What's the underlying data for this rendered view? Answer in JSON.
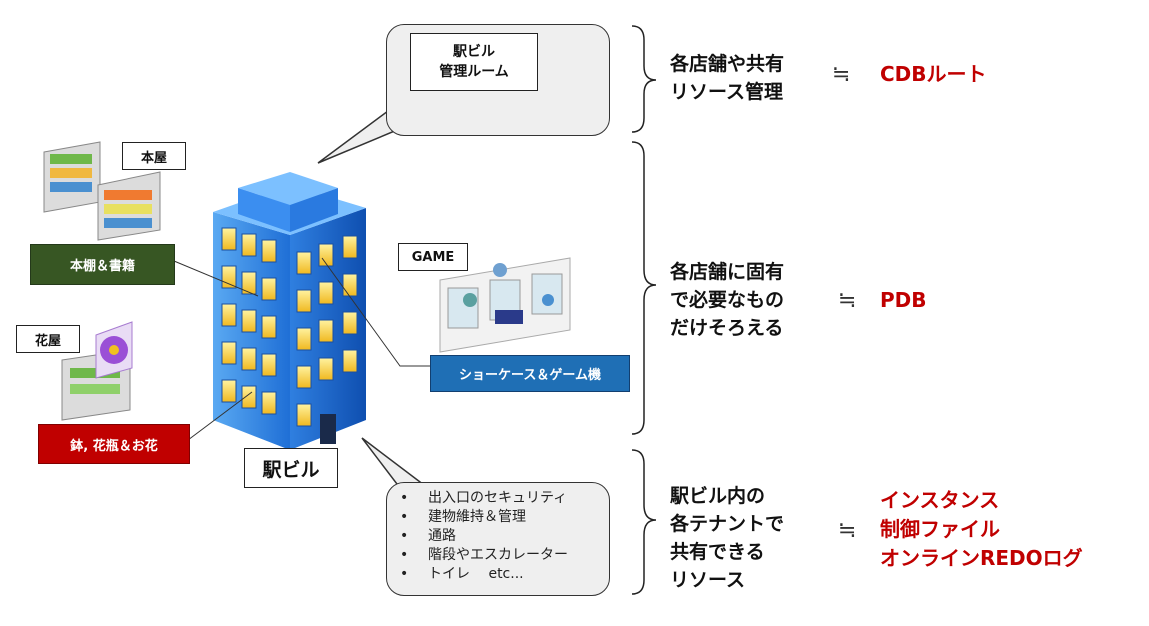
{
  "building": {
    "label": "駅ビル"
  },
  "mgmt_room": {
    "line1": "駅ビル",
    "line2": "管理ルーム"
  },
  "bookstore": {
    "tag": "本屋",
    "banner": "本棚＆書籍"
  },
  "florist": {
    "tag": "花屋",
    "banner": "鉢, 花瓶＆お花"
  },
  "game": {
    "tag": "GAME",
    "banner": "ショーケース＆ゲーム機"
  },
  "shared_facilities": {
    "items": [
      "出入口のセキュリティ",
      "建物維持＆管理",
      "通路",
      "階段やエスカレーター",
      "トイレ　 etc..."
    ]
  },
  "mappings": [
    {
      "desc": [
        "各店舗や共有",
        "リソース管理"
      ],
      "symbol": "≒",
      "terms": [
        "CDBルート"
      ]
    },
    {
      "desc": [
        "各店舗に固有",
        "で必要なもの",
        "だけそろえる"
      ],
      "symbol": "≒",
      "terms": [
        "PDB"
      ]
    },
    {
      "desc": [
        "駅ビル内の",
        "各テナントで",
        "共有できる",
        "リソース"
      ],
      "symbol": "≒",
      "terms": [
        "インスタンス",
        "制御ファイル",
        "オンラインREDOログ"
      ]
    }
  ],
  "colors": {
    "accent_red": "#c00000",
    "book_banner": "#375623",
    "florist_banner": "#c00000",
    "game_banner": "#1f6fb5"
  }
}
